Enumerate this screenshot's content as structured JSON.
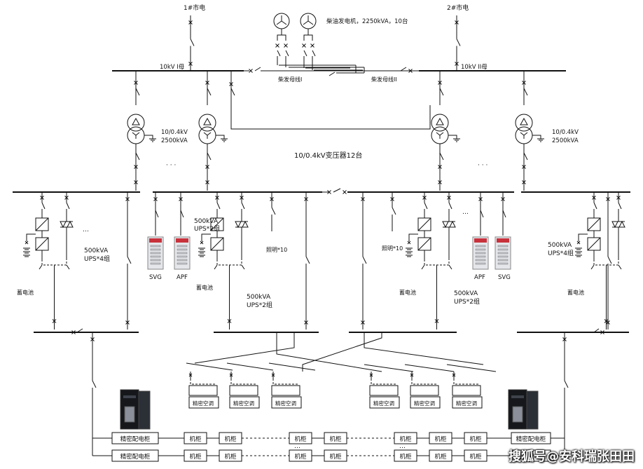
{
  "labels": {
    "grid1": "1#市电",
    "grid2": "2#市电",
    "genset": "柴油发电机，2250kVA，10台",
    "bus1": "10kV I母",
    "bus2": "10kV II母",
    "gen_bus1": "柴发母线I",
    "gen_bus2": "柴发母线II",
    "tx_voltage": "10/0.4kV",
    "tx_rating": "2500kVA",
    "tx_count": "10/0.4kV变压器12台",
    "ups_4": [
      "500kVA",
      "UPS*4组"
    ],
    "ups_2": [
      "500kVA",
      "UPS*2组"
    ],
    "battery": "蓄电池",
    "lighting": "照明*10",
    "svg": "SVG",
    "apf": "APF",
    "crac": "精密空调",
    "pdu": "精密配电柜",
    "rack": "机柜",
    "ellipsis": "…",
    "dots": "· · ·"
  },
  "watermark": "搜狐号@安科瑞张田田",
  "colors": {
    "line": "#111111",
    "cabinet_dark": "#22252b",
    "cabinet_light": "#e4e6ea",
    "accent_red": "#c8323c"
  }
}
